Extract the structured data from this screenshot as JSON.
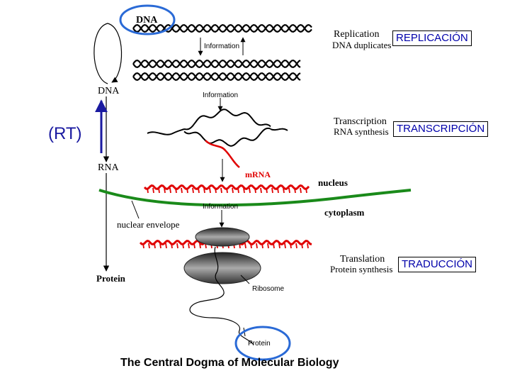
{
  "labels": {
    "dna_top": "DNA",
    "dna_left": "DNA",
    "rna_left": "RNA",
    "protein_left": "Protein",
    "information_1": "Information",
    "information_2": "Information",
    "information_3": "Information",
    "mrna": "mRNA",
    "nucleus": "nucleus",
    "cytoplasm": "cytoplasm",
    "nuclear_envelope": "nuclear envelope",
    "ribosome": "Ribosome",
    "protein_bottom": "Protein",
    "rt": "(RT)"
  },
  "processes": {
    "replication_title": "Replication",
    "replication_sub": "DNA duplicates",
    "replication_es": "REPLICACIÓN",
    "transcription_title": "Transcription",
    "transcription_sub": "RNA synthesis",
    "transcription_es": "TRANSCRIPCIÓN",
    "translation_title": "Translation",
    "translation_sub": "Protein synthesis",
    "translation_es": "TRADUCCIÓN"
  },
  "caption": "The Central Dogma of Molecular Biology",
  "colors": {
    "dna": "#000000",
    "mrna": "#e00000",
    "envelope": "#1a8a1a",
    "highlight": "#2a6ad6",
    "rt_arrow": "#1a1aa0",
    "ribosome": "#555555"
  }
}
